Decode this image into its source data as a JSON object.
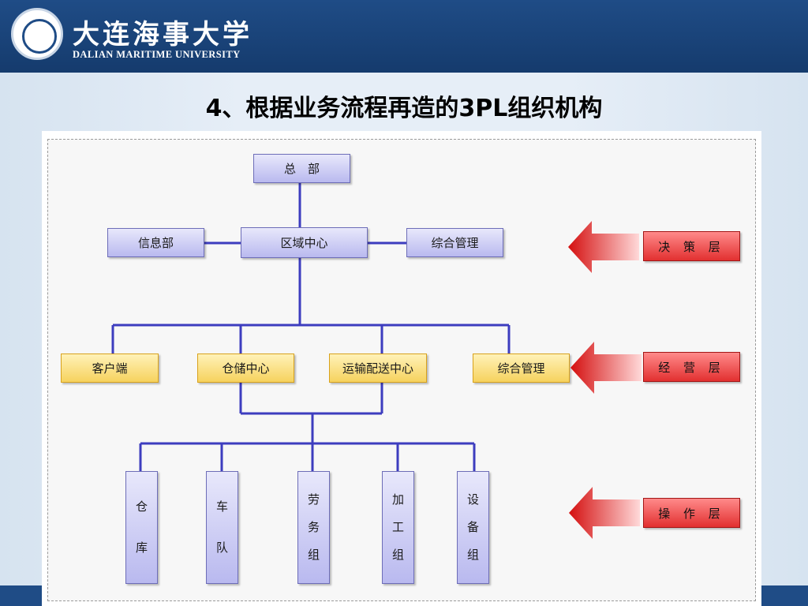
{
  "header": {
    "university_cn": "大连海事大学",
    "university_en": "DALIAN MARITIME UNIVERSITY"
  },
  "title": "4、根据业务流程再造的3PL组织机构",
  "diagram": {
    "top": "总　部",
    "decision_row": {
      "left": "信息部",
      "center": "区域中心",
      "right": "综合管理"
    },
    "operation_row": [
      "客户端",
      "仓储中心",
      "运输配送中心",
      "综合管理"
    ],
    "bottom_row": [
      {
        "chars": [
          "仓",
          "库"
        ]
      },
      {
        "chars": [
          "车",
          "队"
        ]
      },
      {
        "chars": [
          "劳",
          "务",
          "组"
        ]
      },
      {
        "chars": [
          "加",
          "工",
          "组"
        ]
      },
      {
        "chars": [
          "设",
          "备",
          "组"
        ]
      }
    ],
    "levels": [
      "决 策 层",
      "经 营 层",
      "操 作 层"
    ],
    "colors": {
      "connector": "#3d3dbf",
      "blue_box": "#c9c9f3",
      "yellow_box": "#f8d96a",
      "red_label": "#ee4444"
    }
  }
}
